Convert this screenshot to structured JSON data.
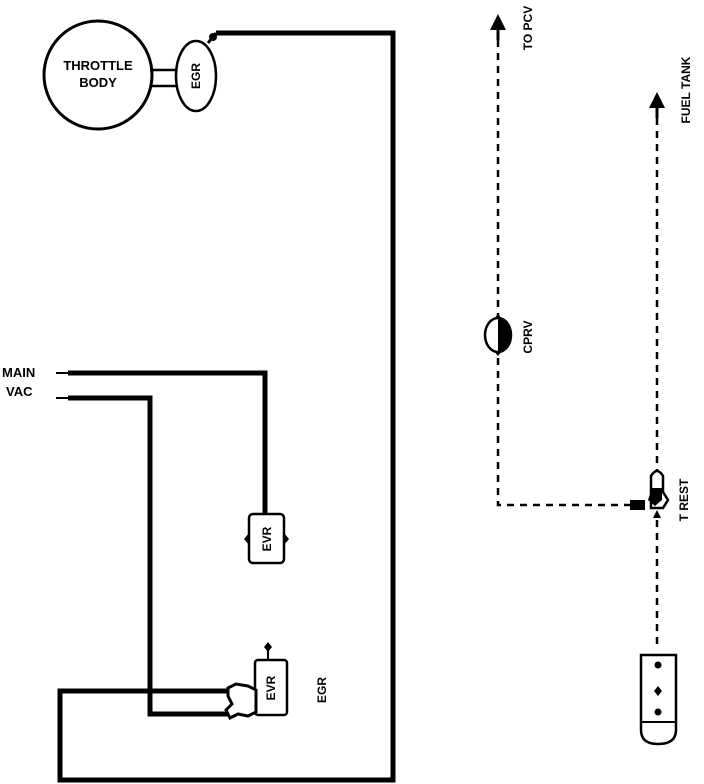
{
  "labels": {
    "throttle_line1": "THROTTLE",
    "throttle_line2": "BODY",
    "egr_valve": "EGR",
    "main": "MAIN",
    "vac": "VAC",
    "evr_upper": "EVR",
    "evr_lower": "EVR",
    "egr_side": "EGR",
    "to_pcv": "TO PCV",
    "fuel_tank": "FUEL TANK",
    "cprv": "CPRV",
    "t_rest": "T REST"
  }
}
